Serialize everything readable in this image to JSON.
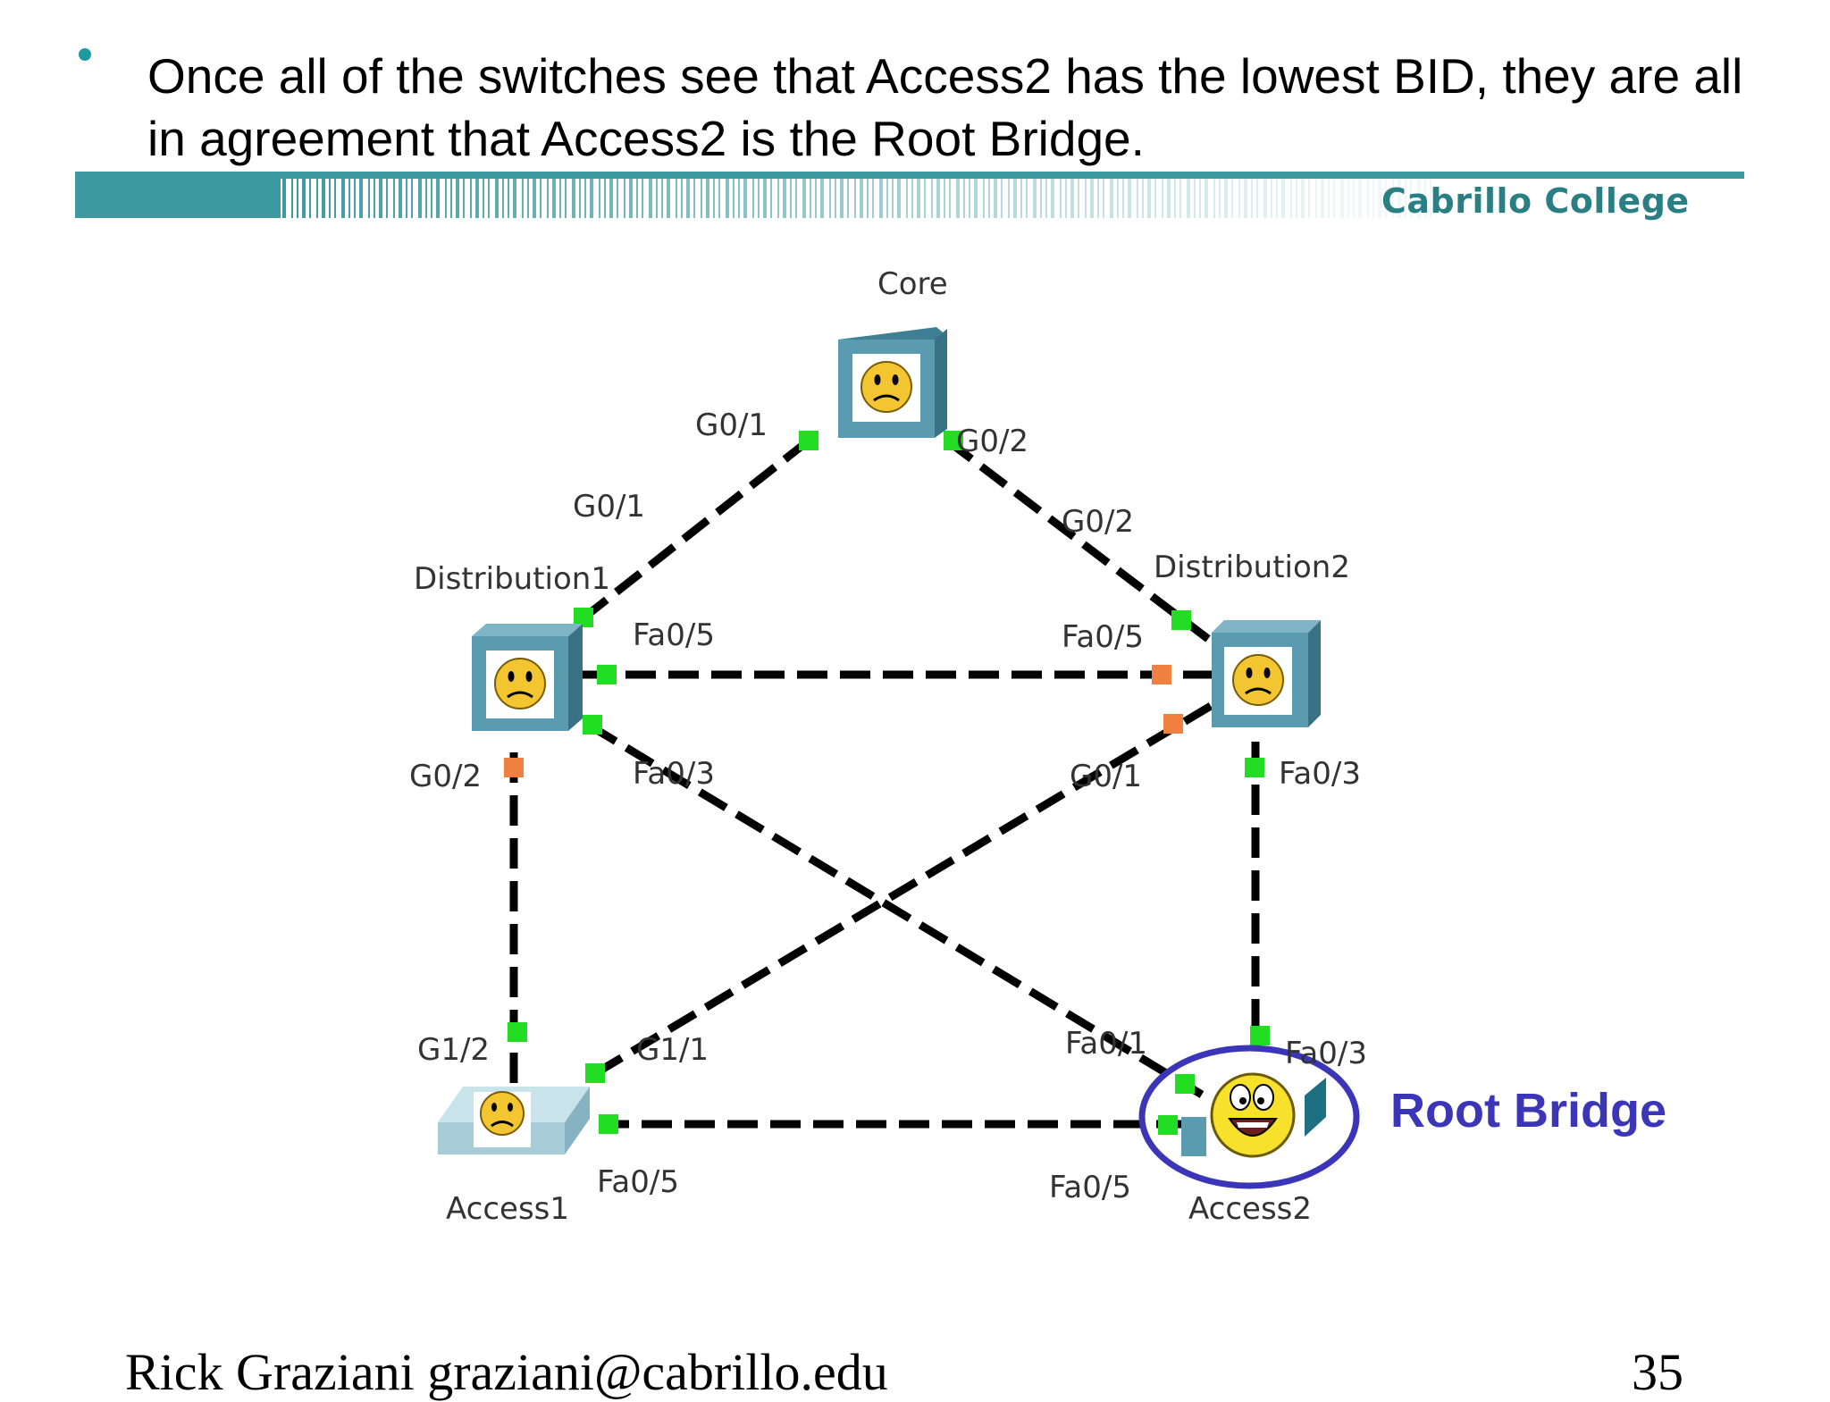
{
  "slide": {
    "bullet": "Once all of the switches see that Access2 has the lowest BID, they are all in agreement that Access2 is the Root Bridge.",
    "college": "Cabrillo College",
    "footer_left": "Rick Graziani  graziani@cabrillo.edu",
    "footer_right": "35"
  },
  "diagram": {
    "devices": {
      "core": "Core",
      "distribution1": "Distribution1",
      "distribution2": "Distribution2",
      "access1": "Access1",
      "access2": "Access2"
    },
    "ports": {
      "core_g01": "G0/1",
      "core_g02": "G0/2",
      "d1_g01": "G0/1",
      "d2_g02": "G0/2",
      "d1_fa05": "Fa0/5",
      "d2_fa05": "Fa0/5",
      "d1_g02": "G0/2",
      "d1_fa03": "Fa0/3",
      "d2_g01": "G0/1",
      "d2_fa03": "Fa0/3",
      "a1_g12": "G1/2",
      "a1_g11": "G1/1",
      "a2_fa01": "Fa0/1",
      "a2_fa03": "Fa0/3",
      "a1_fa05": "Fa0/5",
      "a2_fa05": "Fa0/5"
    },
    "root_label": "Root Bridge",
    "colors": {
      "forwarding_port": "#22dd22",
      "blocking_port": "#f08040",
      "root_circle": "#3b35b8",
      "switch_body": "#4d8fa3"
    }
  }
}
